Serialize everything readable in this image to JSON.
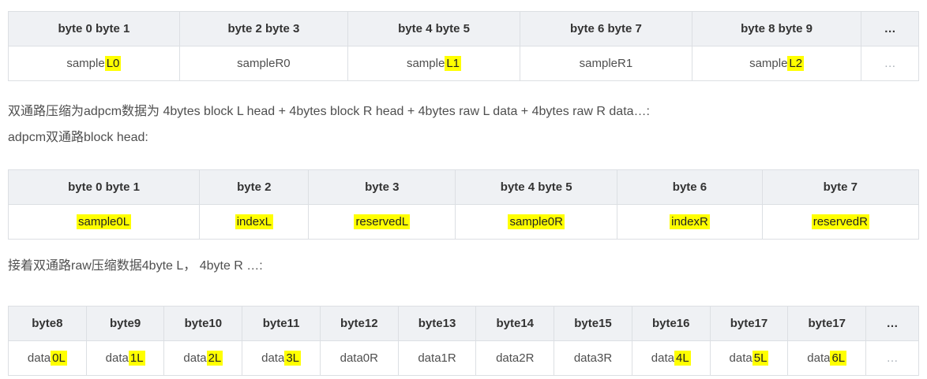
{
  "colors": {
    "page_background": "#ffffff",
    "table_header_background": "#eff1f4",
    "table_border": "#dcdfe3",
    "header_text": "#333333",
    "body_text": "#4f4f4f",
    "muted_text": "#a6adb5",
    "highlight": "#ffff00"
  },
  "paragraphs": {
    "stereo_adpcm_layout": "双通路压缩为adpcm数据为 4bytes block L head + 4bytes block R head + 4bytes raw L data + 4bytes raw R data…:",
    "block_head_label": "adpcm双通路block head:",
    "raw_data_label": "接着双通路raw压缩数据4byte L， 4byte R …:"
  },
  "tables": [
    {
      "name": "pcm-interleaved-samples",
      "headers": [
        "byte 0 byte 1",
        "byte 2 byte 3",
        "byte 4 byte 5",
        "byte 6 byte 7",
        "byte 8 byte 9",
        "…"
      ],
      "row": [
        [
          {
            "t": "sample"
          },
          {
            "t": "L0",
            "h": true
          }
        ],
        [
          {
            "t": "sampleR0"
          }
        ],
        [
          {
            "t": "sample"
          },
          {
            "t": "L1",
            "h": true
          }
        ],
        [
          {
            "t": "sampleR1"
          }
        ],
        [
          {
            "t": "sample"
          },
          {
            "t": "L2",
            "h": true
          }
        ],
        [
          {
            "t": "…",
            "m": true
          }
        ]
      ]
    },
    {
      "name": "adpcm-block-head",
      "headers": [
        "byte 0 byte 1",
        "byte 2",
        "byte 3",
        "byte 4 byte 5",
        "byte 6",
        "byte 7"
      ],
      "row": [
        [
          {
            "t": "sample0L",
            "h": true
          }
        ],
        [
          {
            "t": "indexL",
            "h": true
          }
        ],
        [
          {
            "t": "reservedL",
            "h": true
          }
        ],
        [
          {
            "t": "sample0R",
            "h": true
          }
        ],
        [
          {
            "t": "indexR",
            "h": true
          }
        ],
        [
          {
            "t": "reservedR",
            "h": true
          }
        ]
      ]
    },
    {
      "name": "raw-compressed-data",
      "headers": [
        "byte8",
        "byte9",
        "byte10",
        "byte11",
        "byte12",
        "byte13",
        "byte14",
        "byte15",
        "byte16",
        "byte17",
        "byte17",
        "…"
      ],
      "row": [
        [
          {
            "t": "data"
          },
          {
            "t": "0L",
            "h": true
          }
        ],
        [
          {
            "t": "data"
          },
          {
            "t": "1L",
            "h": true
          }
        ],
        [
          {
            "t": "data"
          },
          {
            "t": "2L",
            "h": true
          }
        ],
        [
          {
            "t": "data"
          },
          {
            "t": "3L",
            "h": true
          }
        ],
        [
          {
            "t": "data0R"
          }
        ],
        [
          {
            "t": "data1R"
          }
        ],
        [
          {
            "t": "data2R"
          }
        ],
        [
          {
            "t": "data3R"
          }
        ],
        [
          {
            "t": "data"
          },
          {
            "t": "4L",
            "h": true
          }
        ],
        [
          {
            "t": "data"
          },
          {
            "t": "5L",
            "h": true
          }
        ],
        [
          {
            "t": "data"
          },
          {
            "t": "6L",
            "h": true
          }
        ],
        [
          {
            "t": "…",
            "m": true
          }
        ]
      ]
    }
  ]
}
